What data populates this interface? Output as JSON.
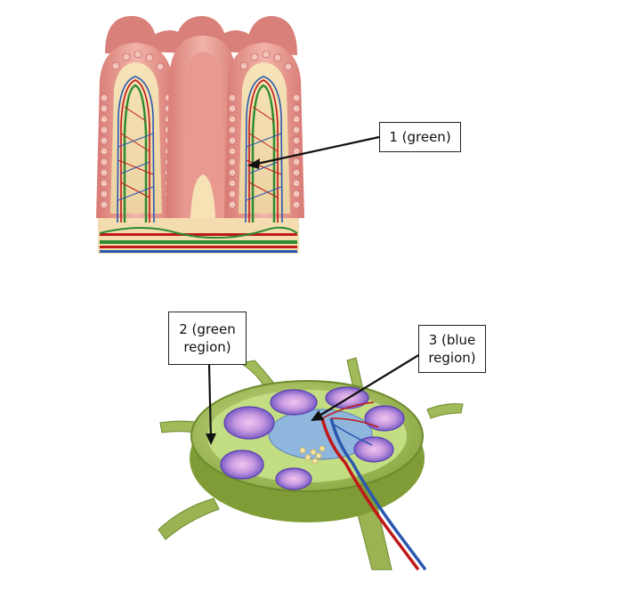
{
  "labels": {
    "label1": "1 (green)",
    "label2": "2 (green\nregion)",
    "label3": "3 (blue\nregion)"
  },
  "colors": {
    "villus_skin": "#e8a39b",
    "villus_dark": "#c6625b",
    "lacteal_green": "#2f8f2f",
    "capillary_red": "#c21a1a",
    "vessel_blue": "#2a58b0",
    "node_green": "#a8c45e",
    "follicle_purple": "#9d72d6",
    "medulla_blue": "#8fb6dc"
  },
  "icons": {
    "villi": "intestinal-villi-illustration",
    "lymph_node": "lymph-node-cross-section-illustration"
  }
}
